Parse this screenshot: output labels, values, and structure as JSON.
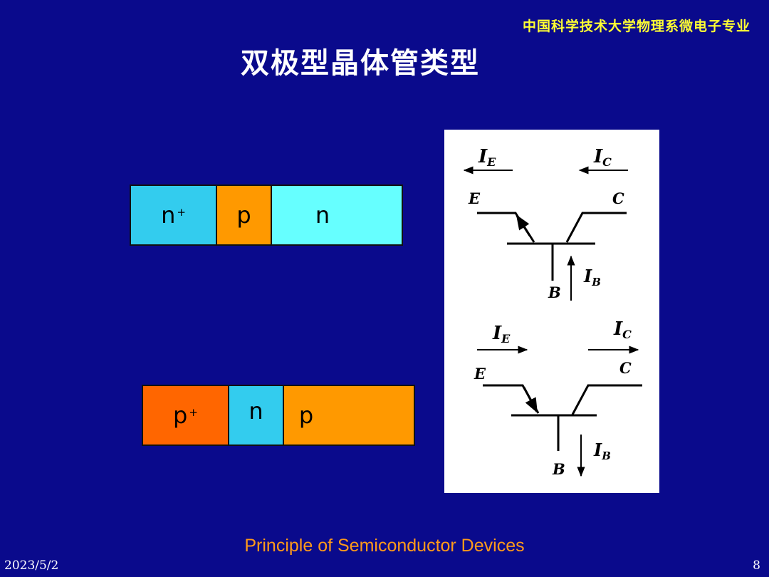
{
  "header": {
    "org": "中国科学技术大学物理系微电子专业",
    "title": "双极型晶体管类型"
  },
  "npn_stack": {
    "segments": [
      {
        "label": "n",
        "sup": "+",
        "color": "#33ccee"
      },
      {
        "label": "p",
        "sup": "",
        "color": "#ff9900"
      },
      {
        "label": "n",
        "sup": "",
        "color": "#66ffff"
      }
    ]
  },
  "pnp_stack": {
    "segments": [
      {
        "label": "p",
        "sup": "+",
        "color": "#ff6600"
      },
      {
        "label": "n",
        "sup": "",
        "color": "#33ccee"
      },
      {
        "label": "p",
        "sup": "",
        "color": "#ff9900"
      }
    ]
  },
  "npn_symbol": {
    "ie": "I",
    "ie_sub": "E",
    "ic": "I",
    "ic_sub": "C",
    "ib": "I",
    "ib_sub": "B",
    "emitter": "E",
    "collector": "C",
    "base": "B"
  },
  "pnp_symbol": {
    "ie": "I",
    "ie_sub": "E",
    "ic": "I",
    "ic_sub": "C",
    "ib": "I",
    "ib_sub": "B",
    "emitter": "E",
    "collector": "C",
    "base": "B"
  },
  "footer": {
    "course": "Principle of Semiconductor Devices",
    "date": "2023/5/2",
    "page": "8"
  }
}
